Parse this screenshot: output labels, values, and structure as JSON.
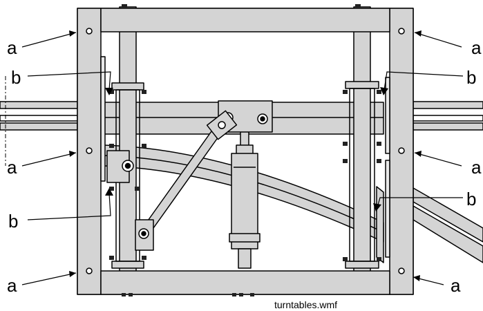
{
  "labels": {
    "a": "a",
    "b": "b"
  },
  "caption": "turntables.wmf",
  "colors": {
    "frame_fill": "#d4d4d4",
    "stroke": "#000000",
    "background": "#ffffff"
  }
}
